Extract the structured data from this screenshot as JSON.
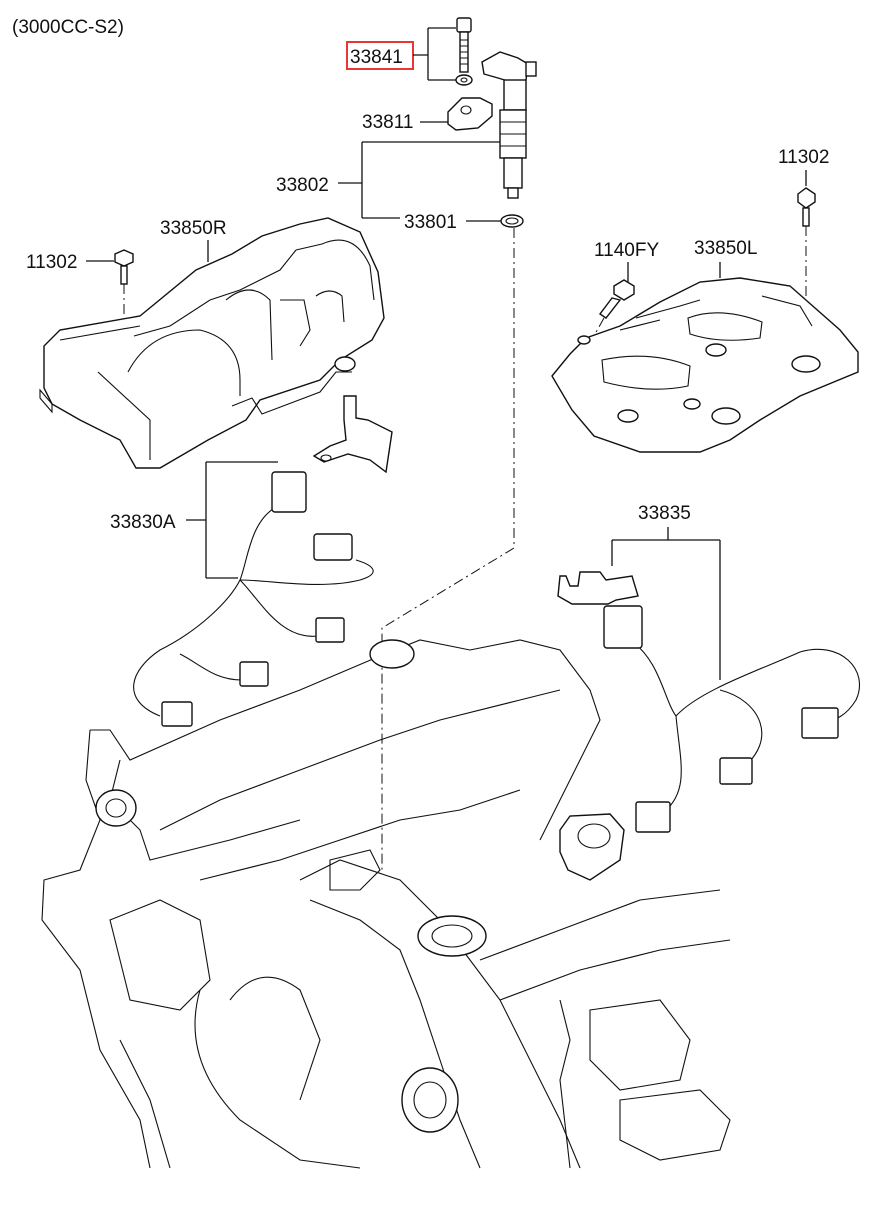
{
  "header": {
    "variant": "(3000CC-S2)"
  },
  "highlight_color": "#e53935",
  "callouts": {
    "c33841": "33841",
    "c33811": "33811",
    "c33802": "33802",
    "c33801": "33801",
    "c33850R": "33850R",
    "c11302_left": "11302",
    "c11302_right": "11302",
    "c1140FY": "1140FY",
    "c33850L": "33850L",
    "c33830A": "33830A",
    "c33835": "33835"
  },
  "selected_part": "33841"
}
